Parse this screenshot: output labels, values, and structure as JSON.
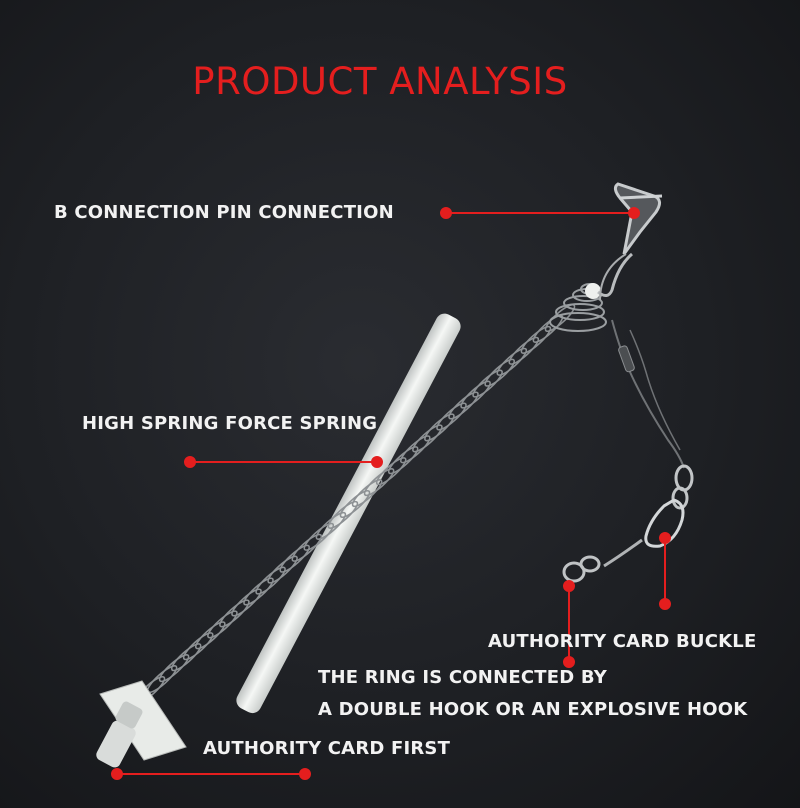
{
  "title": "PRODUCT ANALYSIS",
  "annotations": {
    "pin": "B CONNECTION PIN CONNECTION",
    "spring": "HIGH SPRING FORCE SPRING",
    "buckle": "AUTHORITY CARD BUCKLE",
    "ring_line1": "THE RING IS CONNECTED BY",
    "ring_line2": "A DOUBLE HOOK OR AN EXPLOSIVE HOOK",
    "first": "AUTHORITY CARD FIRST"
  },
  "colors": {
    "accent": "#e41e1e",
    "text": "#f2f2f2",
    "background": "#1e2024"
  },
  "product_image": "spring-fishing-rig-with-snap-swivels"
}
